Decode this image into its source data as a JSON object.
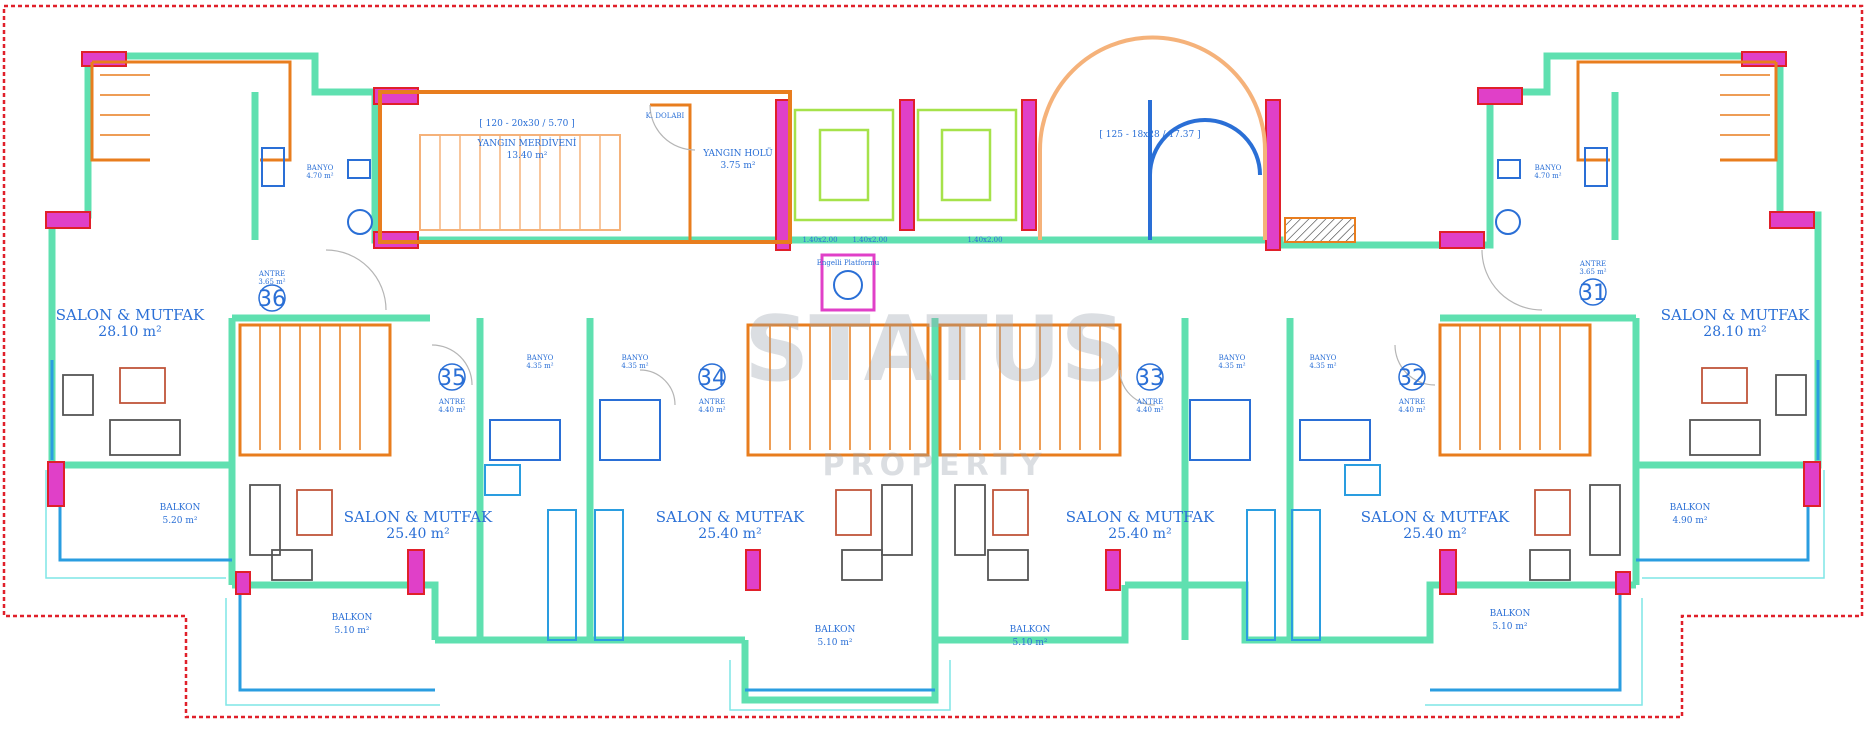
{
  "watermark": {
    "line1": "STATUS",
    "line2": "PROPERTY"
  },
  "colors": {
    "wall": "#5fe0b0",
    "column": "#e040c8",
    "column_border": "#e0202a",
    "stair": "#e87d1e",
    "text": "#2a6fd6",
    "boundary": "#e0202a",
    "glazing": "#2a9de0",
    "fire_stair": "#f5b27a",
    "elevator": "#a6e24a"
  },
  "stairs": {
    "fire_label": "YANGIN MERDİVENİ",
    "fire_area": "13.40 m²",
    "fire_spec": "[ 120 - 20x30 / 5.70 ]",
    "main_spec": "[ 125 - 18x28 / 17.37 ]",
    "hall_label": "YANGIN HOLÜ",
    "hall_area": "3.75 m²",
    "closet": "K. DOLABI",
    "elevator_a": "1.40x2.00",
    "elevator_b": "1.40x2.00",
    "elevator_c": "1.40x2.00",
    "disabled": "Engelli Platformu"
  },
  "units": [
    {
      "number": "36",
      "salon": "SALON & MUTFAK",
      "salon_area": "28.10 m²",
      "banyo": "BANYO",
      "banyo_area": "4.70 m²",
      "antre": "ANTRE",
      "antre_area": "3.65 m²",
      "balkon": "BALKON",
      "balkon_area": "5.20 m²"
    },
    {
      "number": "35",
      "salon": "SALON & MUTFAK",
      "salon_area": "25.40 m²",
      "banyo": "BANYO",
      "banyo_area": "4.35 m²",
      "antre": "ANTRE",
      "antre_area": "4.40 m²",
      "balkon": "BALKON",
      "balkon_area": "5.10 m²"
    },
    {
      "number": "34",
      "salon": "SALON & MUTFAK",
      "salon_area": "25.40 m²",
      "banyo": "BANYO",
      "banyo_area": "4.35 m²",
      "antre": "ANTRE",
      "antre_area": "4.40 m²",
      "balkon": "BALKON",
      "balkon_area": "5.10 m²"
    },
    {
      "number": "33",
      "salon": "SALON & MUTFAK",
      "salon_area": "25.40 m²",
      "banyo": "BANYO",
      "banyo_area": "4.35 m²",
      "antre": "ANTRE",
      "antre_area": "4.40 m²",
      "balkon": "BALKON",
      "balkon_area": "5.10 m²"
    },
    {
      "number": "32",
      "salon": "SALON & MUTFAK",
      "salon_area": "25.40 m²",
      "banyo": "BANYO",
      "banyo_area": "4.35 m²",
      "antre": "ANTRE",
      "antre_area": "4.40 m²",
      "balkon": "BALKON",
      "balkon_area": "5.10 m²"
    },
    {
      "number": "31",
      "salon": "SALON & MUTFAK",
      "salon_area": "28.10 m²",
      "banyo": "BANYO",
      "banyo_area": "4.70 m²",
      "antre": "ANTRE",
      "antre_area": "3.65 m²",
      "balkon": "BALKON",
      "balkon_area": "4.90 m²"
    }
  ]
}
